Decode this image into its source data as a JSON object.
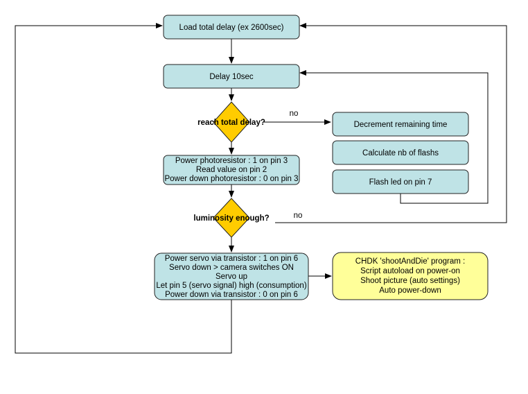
{
  "nodes": {
    "load": "Load total delay (ex 2600sec)",
    "delay": "Delay 10sec",
    "reach_decision": "reach total delay?",
    "decrement": "Decrement remaining time",
    "calc_flashes": "Calculate nb of flashs",
    "flash_led": "Flash led on pin 7",
    "photo_lines": [
      "Power photoresistor : 1 on pin 3",
      "Read value on pin 2",
      "Power down photoresistor : 0 on pin 3"
    ],
    "lum_decision": "luminosity enough?",
    "servo_lines": [
      "Power servo via transistor : 1 on pin 6",
      "Servo down > camera switches ON",
      "Servo up",
      "Let pin 5 (servo signal) high (consumption)",
      "Power down via transistor : 0 on pin 6"
    ],
    "chdk_lines": [
      "CHDK 'shootAndDie' program :",
      "Script autoload on power-on",
      "Shoot picture (auto settings)",
      "Auto power-down"
    ]
  },
  "edge_labels": {
    "reach_no": "no",
    "lum_no": "no"
  },
  "colors": {
    "process_fill": "#bfe3e6",
    "decision_fill": "#ffcc00",
    "note_fill": "#ffff99"
  }
}
